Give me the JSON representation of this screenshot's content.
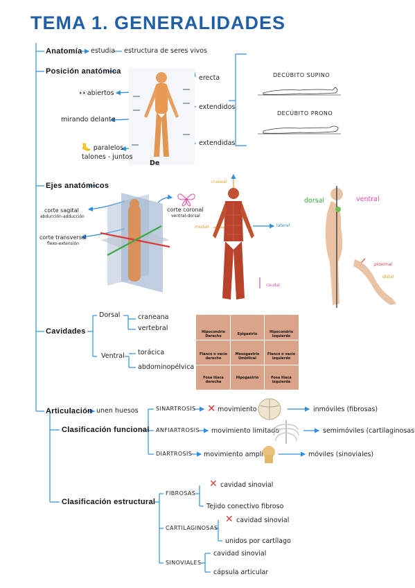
{
  "title": "TEMA 1. GENERALIDADES",
  "anatomia": {
    "heading": "Anatomía",
    "estudia": "estudia",
    "estructura": "estructura de seres vivos"
  },
  "posicion": {
    "heading": "Posición anatómica",
    "erecta": "erecta",
    "abiertos": "abiertos",
    "extendidos": "extendidos",
    "mirando": "mirando delante",
    "extendidas": "extendidas",
    "paralelos": "paralelos",
    "talones": "talones - juntos",
    "de": "De",
    "supino": "DECÚBITO SUPINO",
    "prono": "DECÚBITO PRONO"
  },
  "ejes": {
    "heading": "Ejes anatómicos",
    "sagital": "corte sagital",
    "sagital_sub": "abducción-adducción",
    "transversal": "corte transversal",
    "transversal_sub": "flexo-extensión",
    "coronal": "corte coronal",
    "coronal_sub": "ventral-dorsal",
    "craneal": "craneal",
    "medial": "medial",
    "lateral": "lateral",
    "caudal": "caudal",
    "dorsal": "dorsal",
    "ventral": "ventral",
    "proximal": "proximal",
    "distal": "distal"
  },
  "cavidades": {
    "heading": "Cavidades",
    "dorsal": "Dorsal",
    "craneana": "craneana",
    "vertebral": "vertebral",
    "ventral": "Ventral",
    "toracica": "torácica",
    "abdominopelvica": "abdominopélvica",
    "regions": [
      "Hipocondrio Derecho",
      "Epigastrio",
      "Hipocondrio Izquierdo",
      "Flanco o vacío derecho",
      "Mesogastrio Umbilical",
      "Flanco o vacío izquierdo",
      "Fosa ilíaca derecha",
      "Hipogastrio",
      "Fosa ilíaca izquierda"
    ]
  },
  "articulacion": {
    "heading": "Articulación",
    "unen": "unen huesos",
    "funcional": "Clasificación funcional",
    "sinartrosis": "SINARTROSIS",
    "movimiento": "movimiento",
    "inmoviles": "inmóviles (fibrosas)",
    "anfiartrosis": "ANFIARTROSIS",
    "limitado": "movimiento limitado",
    "semimoviles": "semimóviles (cartilaginosas)",
    "diartrosis": "DIARTROSIS",
    "amplio": "movimiento amplio",
    "moviles": "móviles (sinoviales)",
    "estructural": "Clasificación estructural",
    "fibrosas": "FIBROSAS",
    "cav_sinovial": "cavidad sinovial",
    "tejido": "Tejido conectivo fibroso",
    "cartilaginosas": "CARTILAGINOSAS",
    "cav_sinovial2": "cavidad sinovial",
    "unidos": "unidos por cartílago",
    "sinoviales": "SINOVIALES",
    "cav_sinovial3": "cavidad sinovial",
    "capsula": "cápsula articular"
  },
  "colors": {
    "title": "#1f5fa8",
    "arrow": "#2f8fe0",
    "red": "#d63a3a",
    "green": "#3aa845",
    "pink": "#e04aa8",
    "orange": "#e8a020"
  }
}
